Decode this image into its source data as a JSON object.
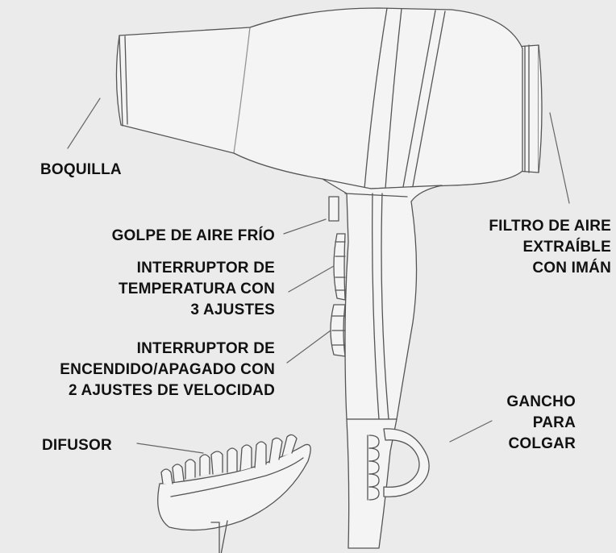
{
  "labels": {
    "nozzle": [
      "BOQUILLA"
    ],
    "cool_shot": [
      "GOLPE DE AIRE FRÍO"
    ],
    "temperature_switch": [
      "INTERRUPTOR DE",
      "TEMPERATURA CON",
      "3 AJUSTES"
    ],
    "power_switch": [
      "INTERRUPTOR DE",
      "ENCENDIDO/APAGADO CON",
      "2 AJUSTES DE VELOCIDAD"
    ],
    "diffuser": [
      "DIFUSOR"
    ],
    "air_filter": [
      "FILTRO DE AIRE",
      "EXTRAÍBLE",
      "CON IMÁN"
    ],
    "hanging_hook": [
      "GANCHO",
      "PARA",
      "COLGAR"
    ]
  },
  "colors": {
    "background": "#ebebeb",
    "outline": "#555555",
    "body_fill": "#f4f4f4",
    "text": "#111111"
  }
}
